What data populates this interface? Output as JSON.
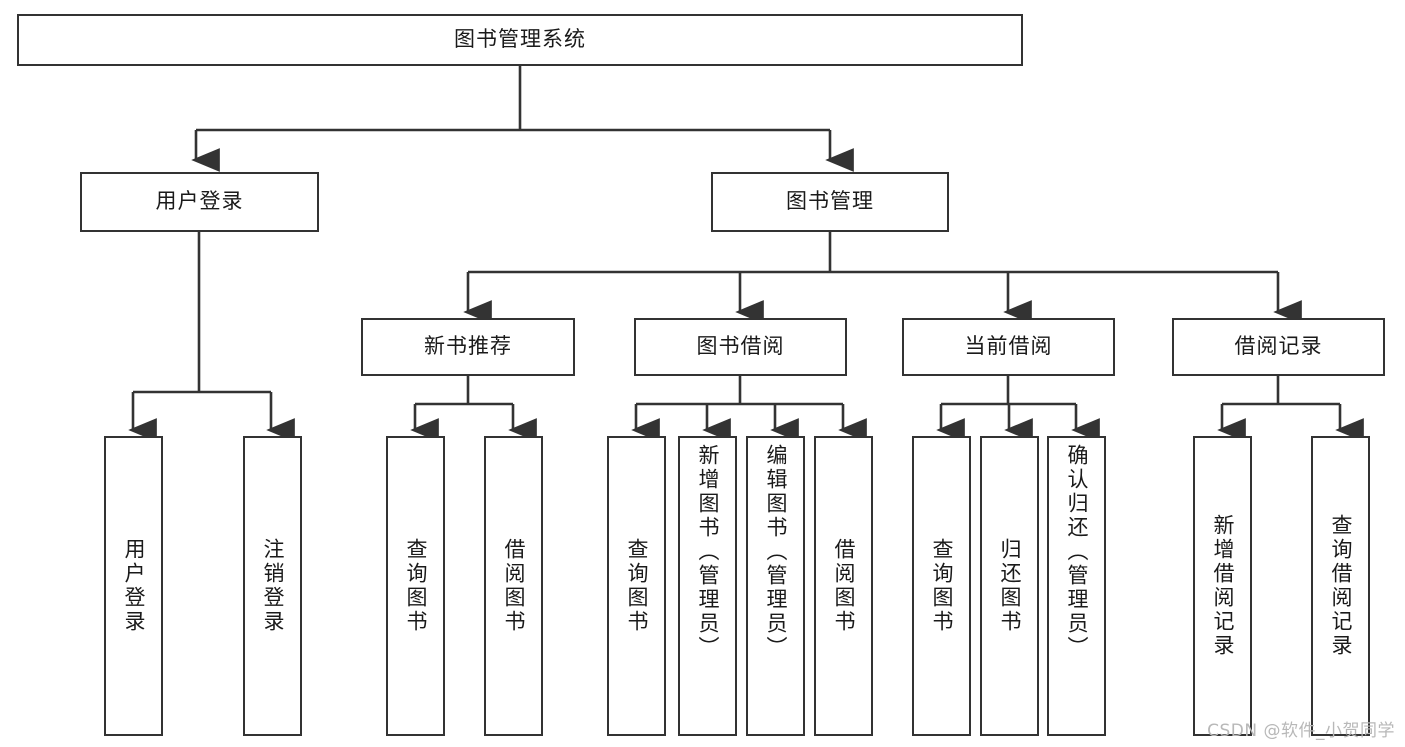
{
  "diagram": {
    "type": "tree-hierarchy",
    "orientation": "top-down",
    "root": {
      "label": "图书管理系统"
    },
    "level2": [
      {
        "label": "用户登录"
      },
      {
        "label": "图书管理"
      }
    ],
    "level3": [
      {
        "label": "新书推荐"
      },
      {
        "label": "图书借阅"
      },
      {
        "label": "当前借阅"
      },
      {
        "label": "借阅记录"
      }
    ],
    "leaves": {
      "user_login": [
        {
          "label": "用户登录"
        },
        {
          "label": "注销登录"
        }
      ],
      "new_book_recommend": [
        {
          "label": "查询图书"
        },
        {
          "label": "借阅图书"
        }
      ],
      "book_borrow": [
        {
          "label": "查询图书"
        },
        {
          "label": "新增图书（管理员）"
        },
        {
          "label": "编辑图书（管理员）"
        },
        {
          "label": "借阅图书"
        }
      ],
      "current_borrow": [
        {
          "label": "查询图书"
        },
        {
          "label": "归还图书"
        },
        {
          "label": "确认归还（管理员）"
        }
      ],
      "borrow_record": [
        {
          "label": "新增借阅记录"
        },
        {
          "label": "查询借阅记录"
        }
      ]
    }
  },
  "watermark": {
    "text": "CSDN @软件_小贺同学"
  },
  "colors": {
    "stroke": "#333333",
    "box_fill": "#ffffff",
    "text": "#1a1a1a",
    "watermark": "#b8b8b8",
    "background": "#ffffff"
  }
}
